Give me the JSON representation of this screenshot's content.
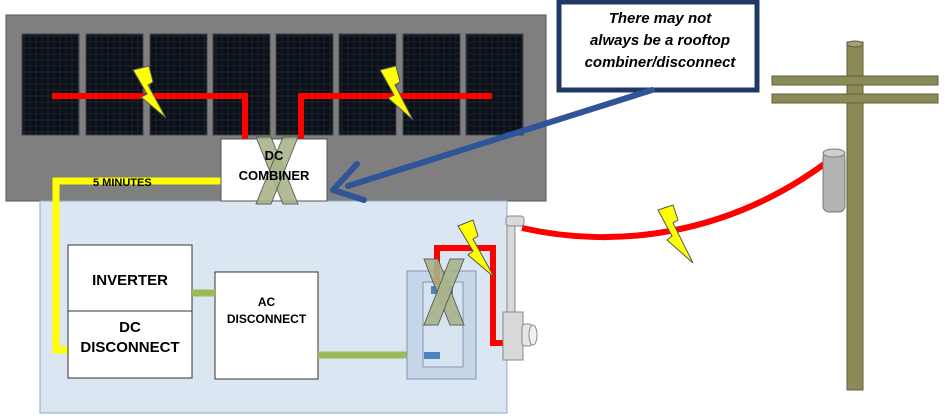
{
  "callout": {
    "line1": "There may not",
    "line2": "always be a rooftop",
    "line3": "combiner/disconnect"
  },
  "labels": {
    "inverter": "INVERTER",
    "dc_disconnect_line1": "DC",
    "dc_disconnect_line2": "DISCONNECT",
    "ac_disconnect_line1": "AC",
    "ac_disconnect_line2": "DISCONNECT",
    "combiner_line1": "DC",
    "combiner_line2": "COMBINER",
    "time": "5 MINUTES"
  },
  "panels": {
    "count": 8
  },
  "colors": {
    "roof": "#7f7f7f",
    "building": "#dce6f2",
    "energized_wire": "#ff0000",
    "dc_wire": "#ffff00",
    "ac_wire": "#9bbb59",
    "callout_border": "#1f3864",
    "arrow": "#2e5597",
    "lightning": "#ffff00",
    "pole": "#8b8b5a"
  }
}
